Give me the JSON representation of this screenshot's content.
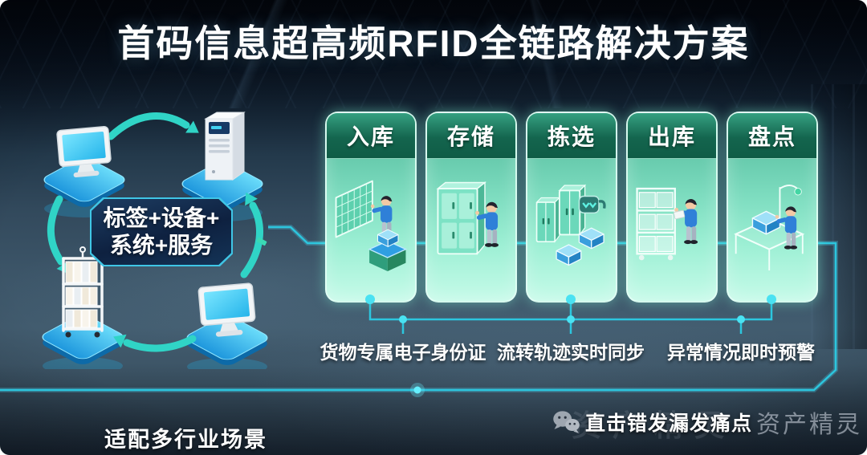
{
  "title": "首码信息超高频RFID全链路解决方案",
  "cycle_diagram": {
    "center_label": {
      "line1": "标签+设备+",
      "line2": "系统+服务"
    },
    "node_icons": [
      "desktop-computer-icon",
      "server-icon",
      "shelf-cart-icon",
      "monitor-icon"
    ]
  },
  "process_cards": [
    {
      "title": "入库",
      "illustration": "inbound-receiving-scene"
    },
    {
      "title": "存储",
      "illustration": "storage-scene"
    },
    {
      "title": "拣选",
      "illustration": "picking-scene"
    },
    {
      "title": "出库",
      "illustration": "outbound-shipping-scene"
    },
    {
      "title": "盘点",
      "illustration": "stocktaking-scene"
    }
  ],
  "feature_labels": [
    "货物专属电子身份证",
    "流转轨迹实时同步",
    "异常情况即时预警"
  ],
  "footer": {
    "left_text": "适配多行业场景",
    "right_text": "直击错发漏发痛点",
    "watermark": "资产精灵"
  },
  "colors": {
    "accent_cyan": "#2cc6de",
    "card_header_green": "#14654e",
    "card_body_teal": "#8ee9cf",
    "platform_blue": "#2bb0e8",
    "label_box_navy": "#0e2140",
    "background_dark": "#0a1420"
  }
}
